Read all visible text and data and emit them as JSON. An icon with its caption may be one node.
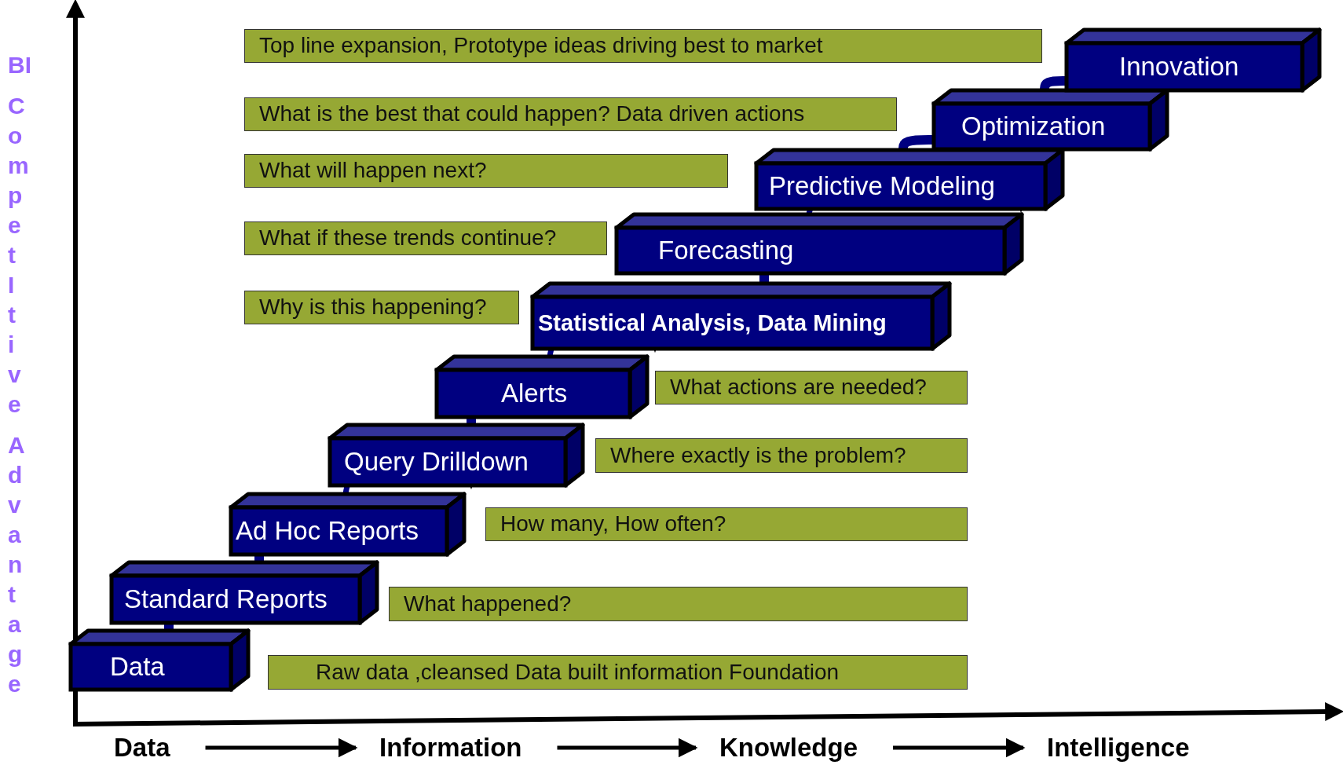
{
  "diagram": {
    "nodes": [
      {
        "text": [
          "Data"
        ]
      },
      {
        "text": [
          "Standard Reports"
        ]
      },
      {
        "text": [
          "Ad Hoc Reports"
        ]
      },
      {
        "text": [
          "Query Drilldown"
        ]
      },
      {
        "text": [
          "Alerts"
        ]
      },
      {
        "text": [
          "Statistical Analysis, Data Mining"
        ]
      },
      {
        "text": [
          "Forecasting"
        ]
      },
      {
        "text": [
          "Predictive Modeling"
        ]
      },
      {
        "text": [
          "Optimization"
        ]
      },
      {
        "text": [
          "Innovation"
        ]
      },
      {
        "text": [
          "Top line expansion, Prototype ideas driving best to market"
        ]
      },
      {
        "text": [
          "What is the best that could happen? Data driven actions"
        ]
      },
      {
        "text": [
          "What will happen next?"
        ]
      },
      {
        "text": [
          "What if these trends continue?"
        ]
      },
      {
        "text": [
          "Why is this happening?"
        ]
      },
      {
        "text": [
          "What actions are needed?"
        ]
      },
      {
        "text": [
          "Where exactly is the problem?"
        ]
      },
      {
        "text": [
          "How many, How often?"
        ]
      },
      {
        "text": [
          "What happened?"
        ]
      },
      {
        "text": [
          "Raw data ,cleansed Data built information Foundation"
        ]
      },
      {
        "text": [
          "Data"
        ]
      },
      {
        "text": [
          "Information"
        ]
      },
      {
        "text": [
          "Knowledge"
        ]
      },
      {
        "text": [
          "Intelligence"
        ]
      }
    ],
    "edges": [
      {
        "from": 0,
        "to": 1,
        "arrow": "none"
      },
      {
        "from": 1,
        "to": 2,
        "arrow": "none"
      },
      {
        "from": 2,
        "to": 3,
        "arrow": "to"
      },
      {
        "from": 3,
        "to": 4,
        "arrow": "none"
      },
      {
        "from": 4,
        "to": 5,
        "arrow": "to"
      },
      {
        "from": 5,
        "to": 6,
        "arrow": "none"
      },
      {
        "from": 6,
        "to": 7,
        "arrow": "to"
      },
      {
        "from": 7,
        "to": 8,
        "arrow": "none"
      },
      {
        "from": 8,
        "to": 9,
        "arrow": "none"
      },
      {
        "from": 20,
        "to": 21,
        "arrow": "to",
        "color": "#000000"
      },
      {
        "from": 21,
        "to": 22,
        "arrow": "to",
        "color": "#000000"
      },
      {
        "from": 22,
        "to": 23,
        "arrow": "to",
        "color": "#000000"
      }
    ],
    "labels": [
      "BI CompetItive Advantage"
    ]
  }
}
